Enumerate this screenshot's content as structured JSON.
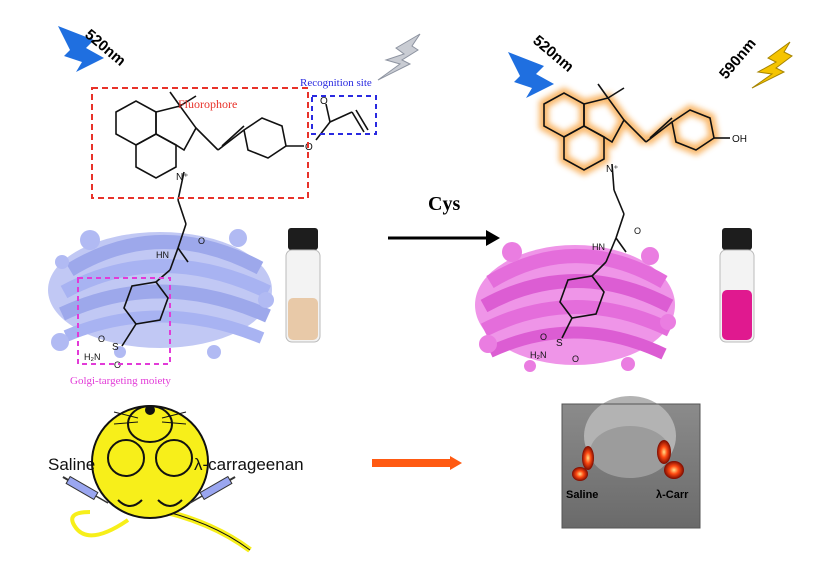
{
  "light": {
    "excitation_left": "520nm",
    "excitation_right": "520nm",
    "emission_right": "590nm"
  },
  "labels": {
    "fluorophore": "Fluorophore",
    "recognition_site": "Recognition site",
    "golgi_targeting": "Golgi-targeting moiety",
    "n_plus": "N⁺",
    "o_atom": "O",
    "o_carbonyl": "O",
    "hn": "HN",
    "sulfonyl_s": "S",
    "sulfonyl_o1": "O",
    "sulfonyl_o2": "O",
    "h2n": "H₂N",
    "oh": "OH"
  },
  "reaction": {
    "reagent": "Cys"
  },
  "mouse": {
    "left_injection": "Saline",
    "right_injection": "λ-carrageenan"
  },
  "imaging": {
    "left_label": "Saline",
    "right_label": "λ-Carr"
  },
  "colors": {
    "bolt_blue": "#1f6fe0",
    "bolt_gray": "#c9ccd3",
    "bolt_yellow": "#f5c400",
    "fluorophore_box": "#e8322a",
    "recognition_box": "#2a2ae0",
    "golgi_box": "#e23bd8",
    "golgi_blue": "#9aa6f0",
    "golgi_pink": "#e25ed8",
    "glow_orange": "#f7a23c",
    "arrow_orange": "#ff5a12",
    "mouse_yellow": "#f7ef1a",
    "vial_left": "#e8c9a8",
    "vial_right": "#e0198f"
  }
}
